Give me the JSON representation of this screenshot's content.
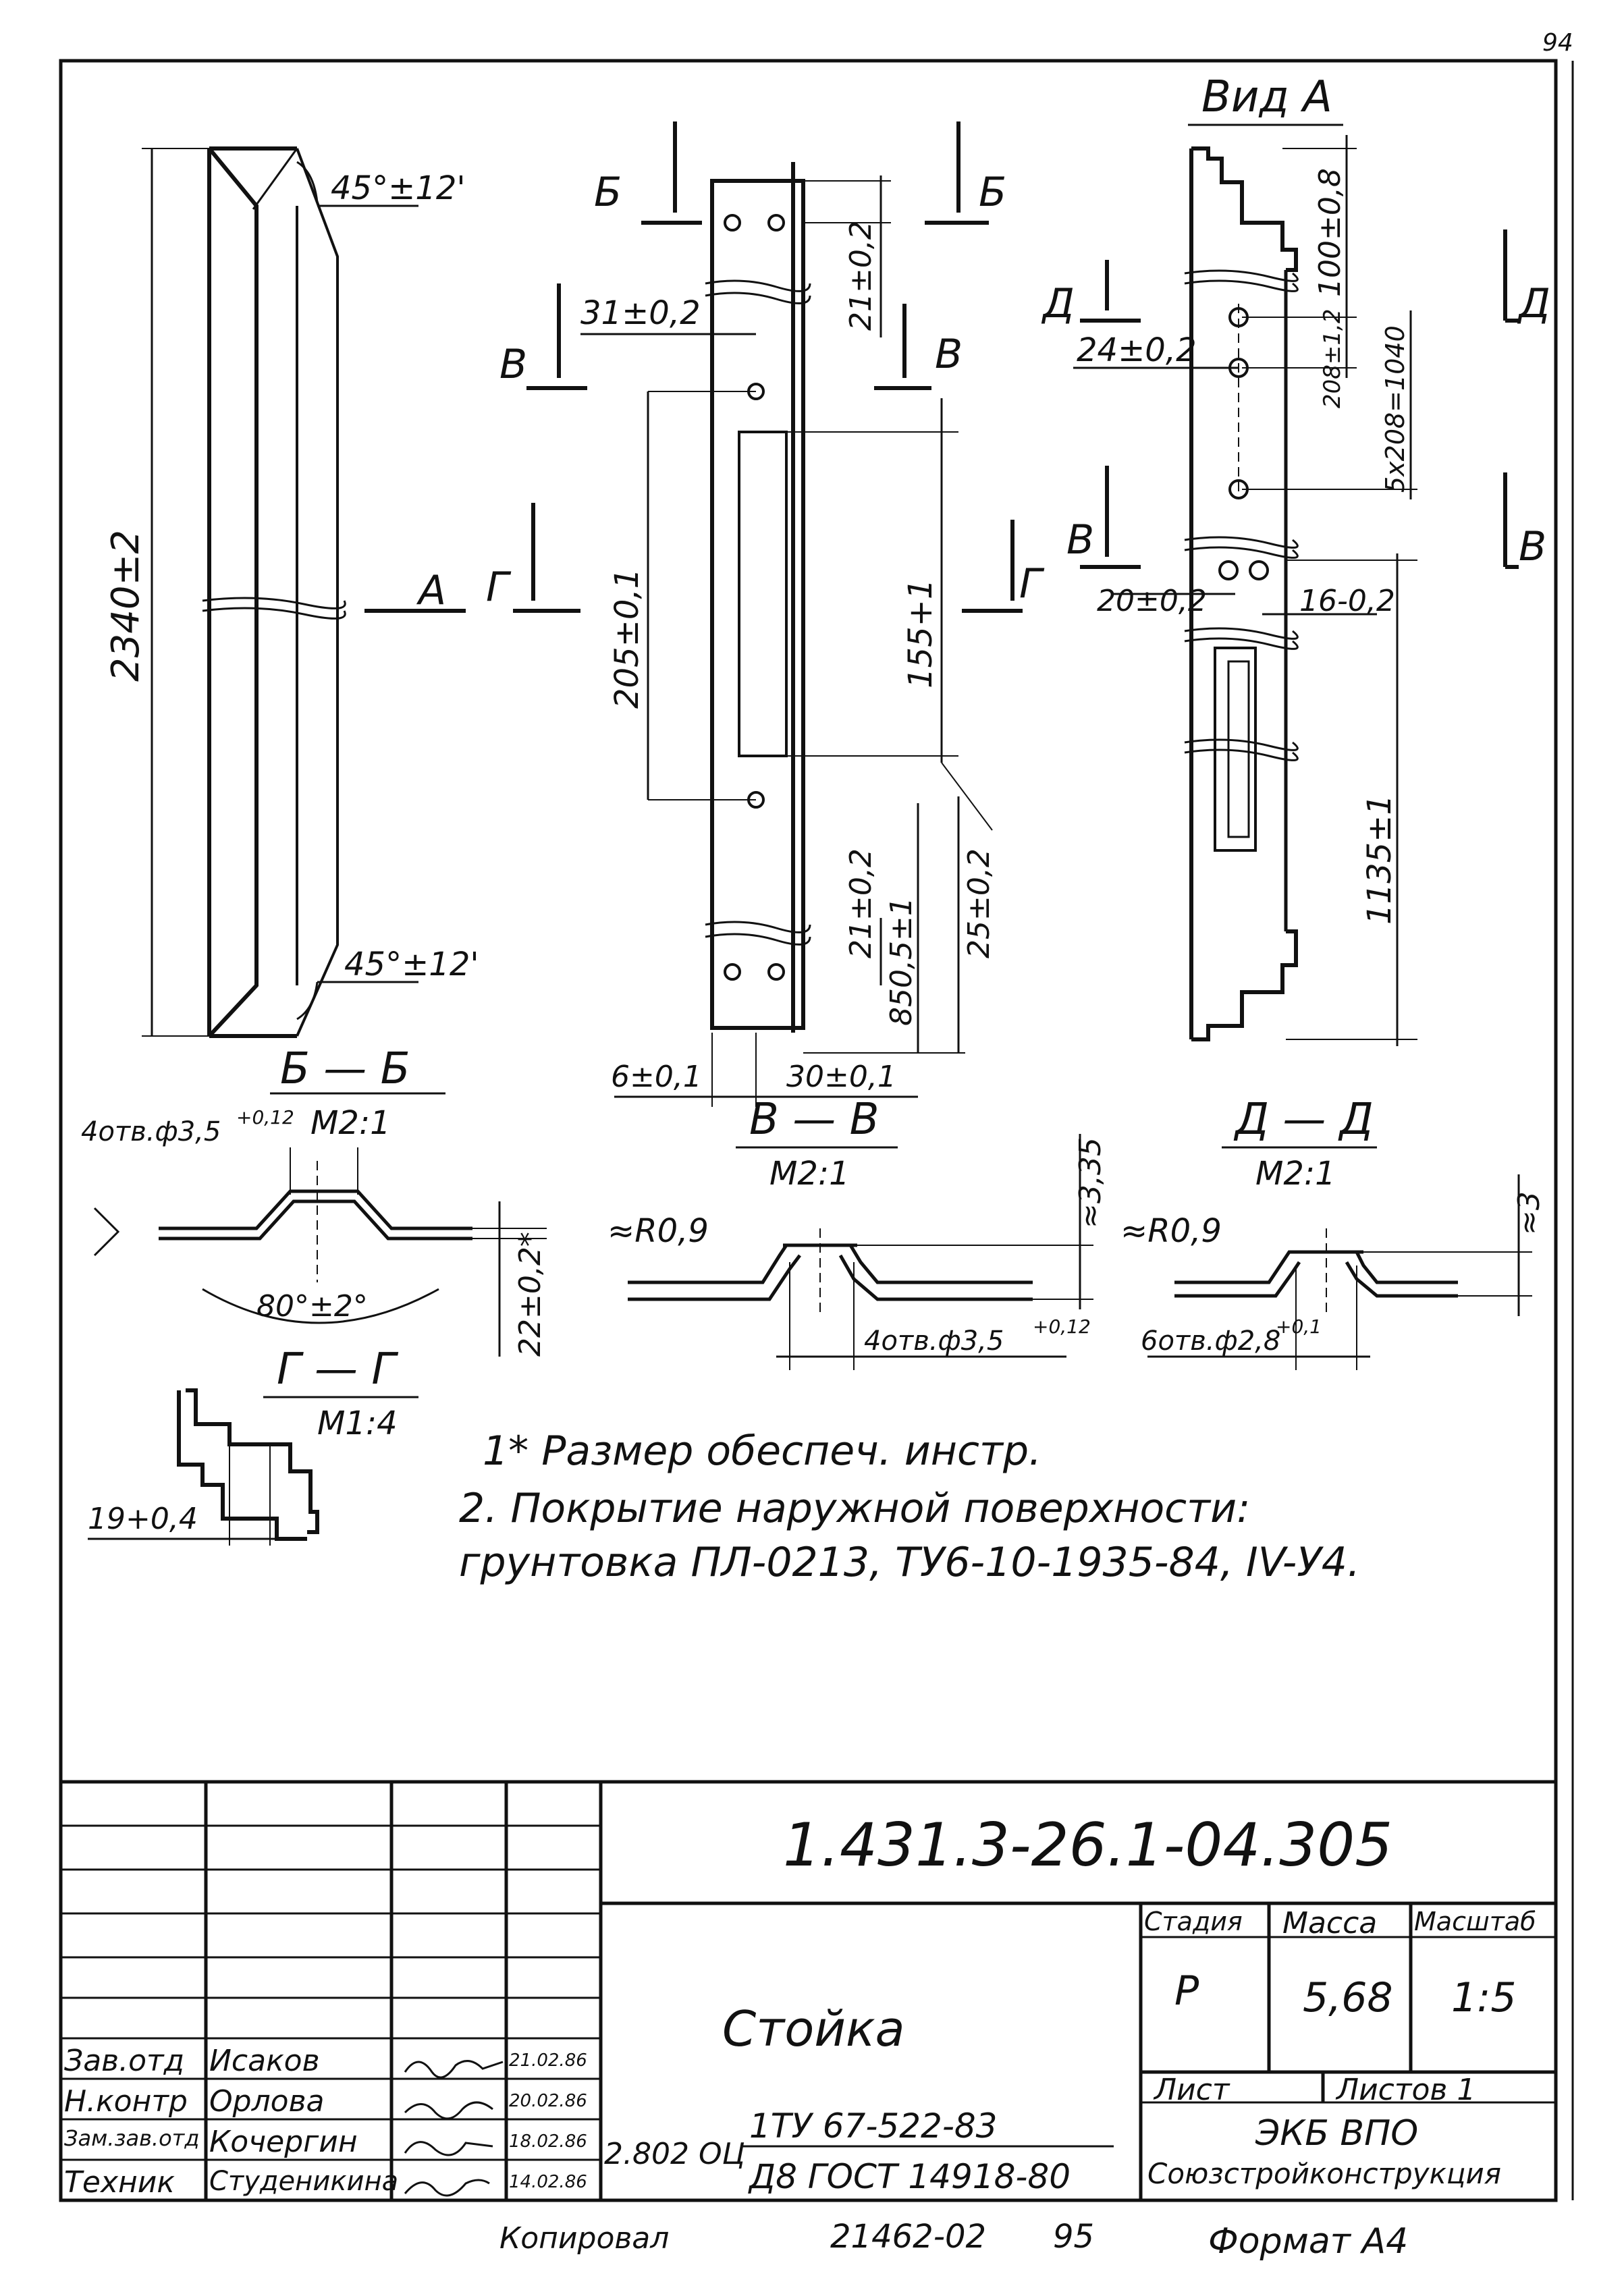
{
  "sheet_number": "94",
  "views": {
    "view_a_title": "Вид А",
    "section_bb": {
      "title": "Б — Б",
      "scale": "М2:1",
      "holes": "4отв.ф3,5",
      "holes_tol": "+0,12",
      "angle": "80°±2°",
      "dim": "22±0,2*"
    },
    "section_vv": {
      "title": "В — В",
      "scale": "М2:1",
      "radius": "≈R0,9",
      "holes": "4отв.ф3,5",
      "holes_tol": "+0,12",
      "height": "≈3,35"
    },
    "section_dd": {
      "title": "Д — Д",
      "scale": "М2:1",
      "radius": "≈R0,9",
      "holes": "6отв.ф2,8",
      "holes_tol": "+0,1",
      "height": "≈3"
    },
    "section_gg": {
      "title": "Г — Г",
      "scale": "М1:4",
      "dim": "19+0,4"
    }
  },
  "dimensions": {
    "overall_length": "2340±2",
    "angle_top": "45°±12'",
    "angle_bottom": "45°±12'",
    "d31": "31±0,2",
    "d21_top": "21±0,2",
    "d205": "205±0,1",
    "d155": "155+1",
    "d21_bottom": "21±0,2",
    "d850": "850,5±1",
    "d25": "25±0,2",
    "d6": "6±0,1",
    "d30": "30±0,1",
    "d100": "100±0,8",
    "d208": "208±1,2",
    "d5x208": "5х208=1040",
    "d24": "24±0,2",
    "d20": "20±0,2",
    "d16": "16-0,2",
    "d1135": "1135±1"
  },
  "cut_labels": {
    "b": "Б",
    "v": "В",
    "g": "Г",
    "d": "Д",
    "a": "А"
  },
  "notes": [
    "1* Размер обеспеч. инстр.",
    "2. Покрытие наружной поверхности:",
    "грунтовка ПЛ-0213, ТУ6-10-1935-84, IV-У4."
  ],
  "title_block": {
    "doc_code": "1.431.3-26.1-04.305",
    "part_name": "Стойка",
    "stage_label": "Стадия",
    "mass_label": "Масса",
    "scale_label": "Масштаб",
    "stage": "Р",
    "mass": "5,68",
    "scale": "1:5",
    "sheet_label": "Лист",
    "sheets_label": "Листов 1",
    "org_line1": "ЭКБ ВПО",
    "org_line2": "Союзстройконструкция",
    "material_code": "2.802 ОЦ",
    "material_top": "1ТУ 67-522-83",
    "material_bottom": "Д8 ГОСТ 14918-80",
    "staff": [
      {
        "role": "Зав.отд",
        "name": "Исаков",
        "date": "21.02.86"
      },
      {
        "role": "Н.контр",
        "name": "Орлова",
        "date": "20.02.86"
      },
      {
        "role": "Зам.зав.отд",
        "name": "Кочергин",
        "date": "18.02.86"
      },
      {
        "role": "Техник",
        "name": "Студеникина",
        "date": "14.02.86"
      }
    ]
  },
  "footer": {
    "copied_label": "Копировал",
    "number": "21462-02",
    "page": "95",
    "format_label": "Формат А4"
  }
}
